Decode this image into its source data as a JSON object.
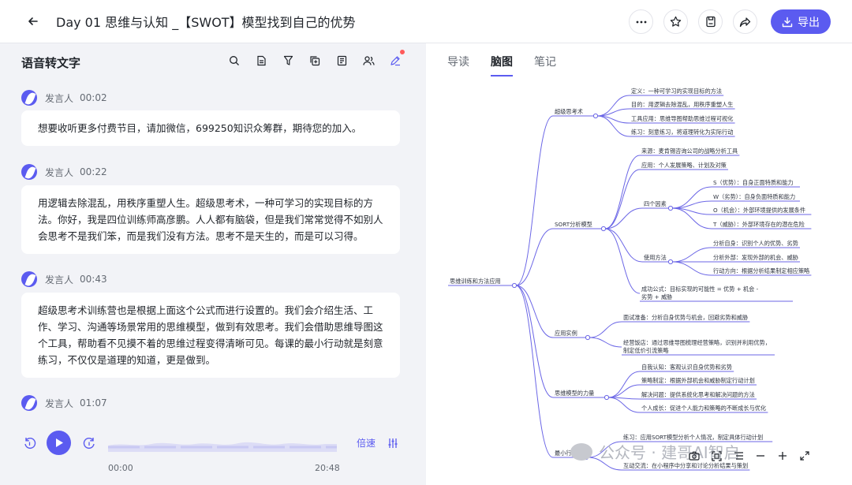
{
  "header": {
    "title": "Day 01 思维与认知 _【SWOT】模型找到自己的优势",
    "export_label": "导出"
  },
  "transcript": {
    "heading": "语音转文字",
    "segments": [
      {
        "speaker": "发言人",
        "time": "00:02",
        "text": "想要收听更多付费节目，请加微信，699250知识众筹群，期待您的加入。"
      },
      {
        "speaker": "发言人",
        "time": "00:22",
        "text": "用逻辑去除混乱，用秩序重塑人生。超级思考术，一种可学习的实现目标的方法。你好，我是四位训练师高彦鹏。人人都有脑袋，但是我们常常觉得不如别人会思考不是我们笨，而是我们没有方法。思考不是天生的，而是可以习得。"
      },
      {
        "speaker": "发言人",
        "time": "00:43",
        "text": "超级思考术训练营也是根据上面这个公式而进行设置的。我们会介绍生活、工作、学习、沟通等场景常用的思维模型，做到有效思考。我们会借助思维导图这个工具，帮助看不见摸不着的思维过程变得清晰可见。每课的最小行动就是刻意练习，不仅仅是道理的知道，更是做到。"
      },
      {
        "speaker": "发言人",
        "time": "01:07",
        "text": ""
      }
    ]
  },
  "player": {
    "current_time": "00:00",
    "total_time": "20:48",
    "speed_label": "倍速",
    "progress": 0
  },
  "tabs": [
    {
      "label": "导读",
      "active": false
    },
    {
      "label": "脑图",
      "active": true
    },
    {
      "label": "笔记",
      "active": false
    }
  ],
  "mindmap": {
    "root": "思维训练和方法应用",
    "branches": [
      {
        "label": "超级思考术",
        "children": [
          {
            "label": "定义：一种可学习的实现目标的方法"
          },
          {
            "label": "目的：用逻辑去除混乱，用秩序重塑人生"
          },
          {
            "label": "工具应用：思维导图帮助思维过程可视化"
          },
          {
            "label": "练习：刻意练习，将道理转化为实际行动"
          }
        ]
      },
      {
        "label": "SORT分析模型",
        "children": [
          {
            "label": "来源：麦肯锡咨询公司的战略分析工具"
          },
          {
            "label": "应用：个人发展策略、计划及对策"
          },
          {
            "label": "四个因素",
            "children": [
              {
                "label": "S（优势）：自身正面特质和能力"
              },
              {
                "label": "W（劣势）：自身负面特质和能力"
              },
              {
                "label": "O（机会）：外部环境提供的发展条件"
              },
              {
                "label": "T（威胁）：外部环境存在的潜在危险"
              }
            ]
          },
          {
            "label": "使用方法",
            "children": [
              {
                "label": "分析自身：识别个人的优势、劣势"
              },
              {
                "label": "分析外部：发现外部的机会、威胁"
              },
              {
                "label": "行动方向：根据分析结果制定相应策略"
              }
            ]
          },
          {
            "label": "成功公式：目标实现的可能性 = 优势 + 机会 - 劣势 + 威胁"
          }
        ]
      },
      {
        "label": "应用实例",
        "children": [
          {
            "label": "面试准备：分析自身优势与机会，回避劣势和威胁"
          },
          {
            "label": "经营饭店：通过思维导图梳理经营策略，识别并利用优势，制定低价引流策略"
          }
        ]
      },
      {
        "label": "思维模型的力量",
        "children": [
          {
            "label": "自我认知：客观认识自身优势和劣势"
          },
          {
            "label": "策略制定：根据外部机会和威胁制定行动计划"
          },
          {
            "label": "解决问题：提供系统化思考和解决问题的方法"
          },
          {
            "label": "个人成长：促进个人能力和策略的不断成长与优化"
          }
        ]
      },
      {
        "label": "最小行动",
        "children": [
          {
            "label": "练习：应用SORT模型分析个人情况，制定具体行动计划"
          },
          {
            "label": "互动交流：在小程序中分享和讨论分析结果与策划"
          }
        ]
      }
    ]
  },
  "watermark": "公众号 · 建哥AI智启",
  "colors": {
    "accent": "#5b5bf0",
    "branch": "#6b66e6"
  },
  "icons": [
    "back-arrow-icon",
    "more-icon",
    "star-icon",
    "save-icon",
    "share-icon",
    "download-icon",
    "search-icon",
    "document-icon",
    "filter-icon",
    "copy-icon",
    "summary-icon",
    "people-icon",
    "pen-icon",
    "rewind-icon",
    "play-icon",
    "forward-icon",
    "settings-sliders-icon",
    "camera-icon",
    "fit-icon",
    "list-icon",
    "zoom-out-icon",
    "zoom-in-icon",
    "fullscreen-icon"
  ]
}
